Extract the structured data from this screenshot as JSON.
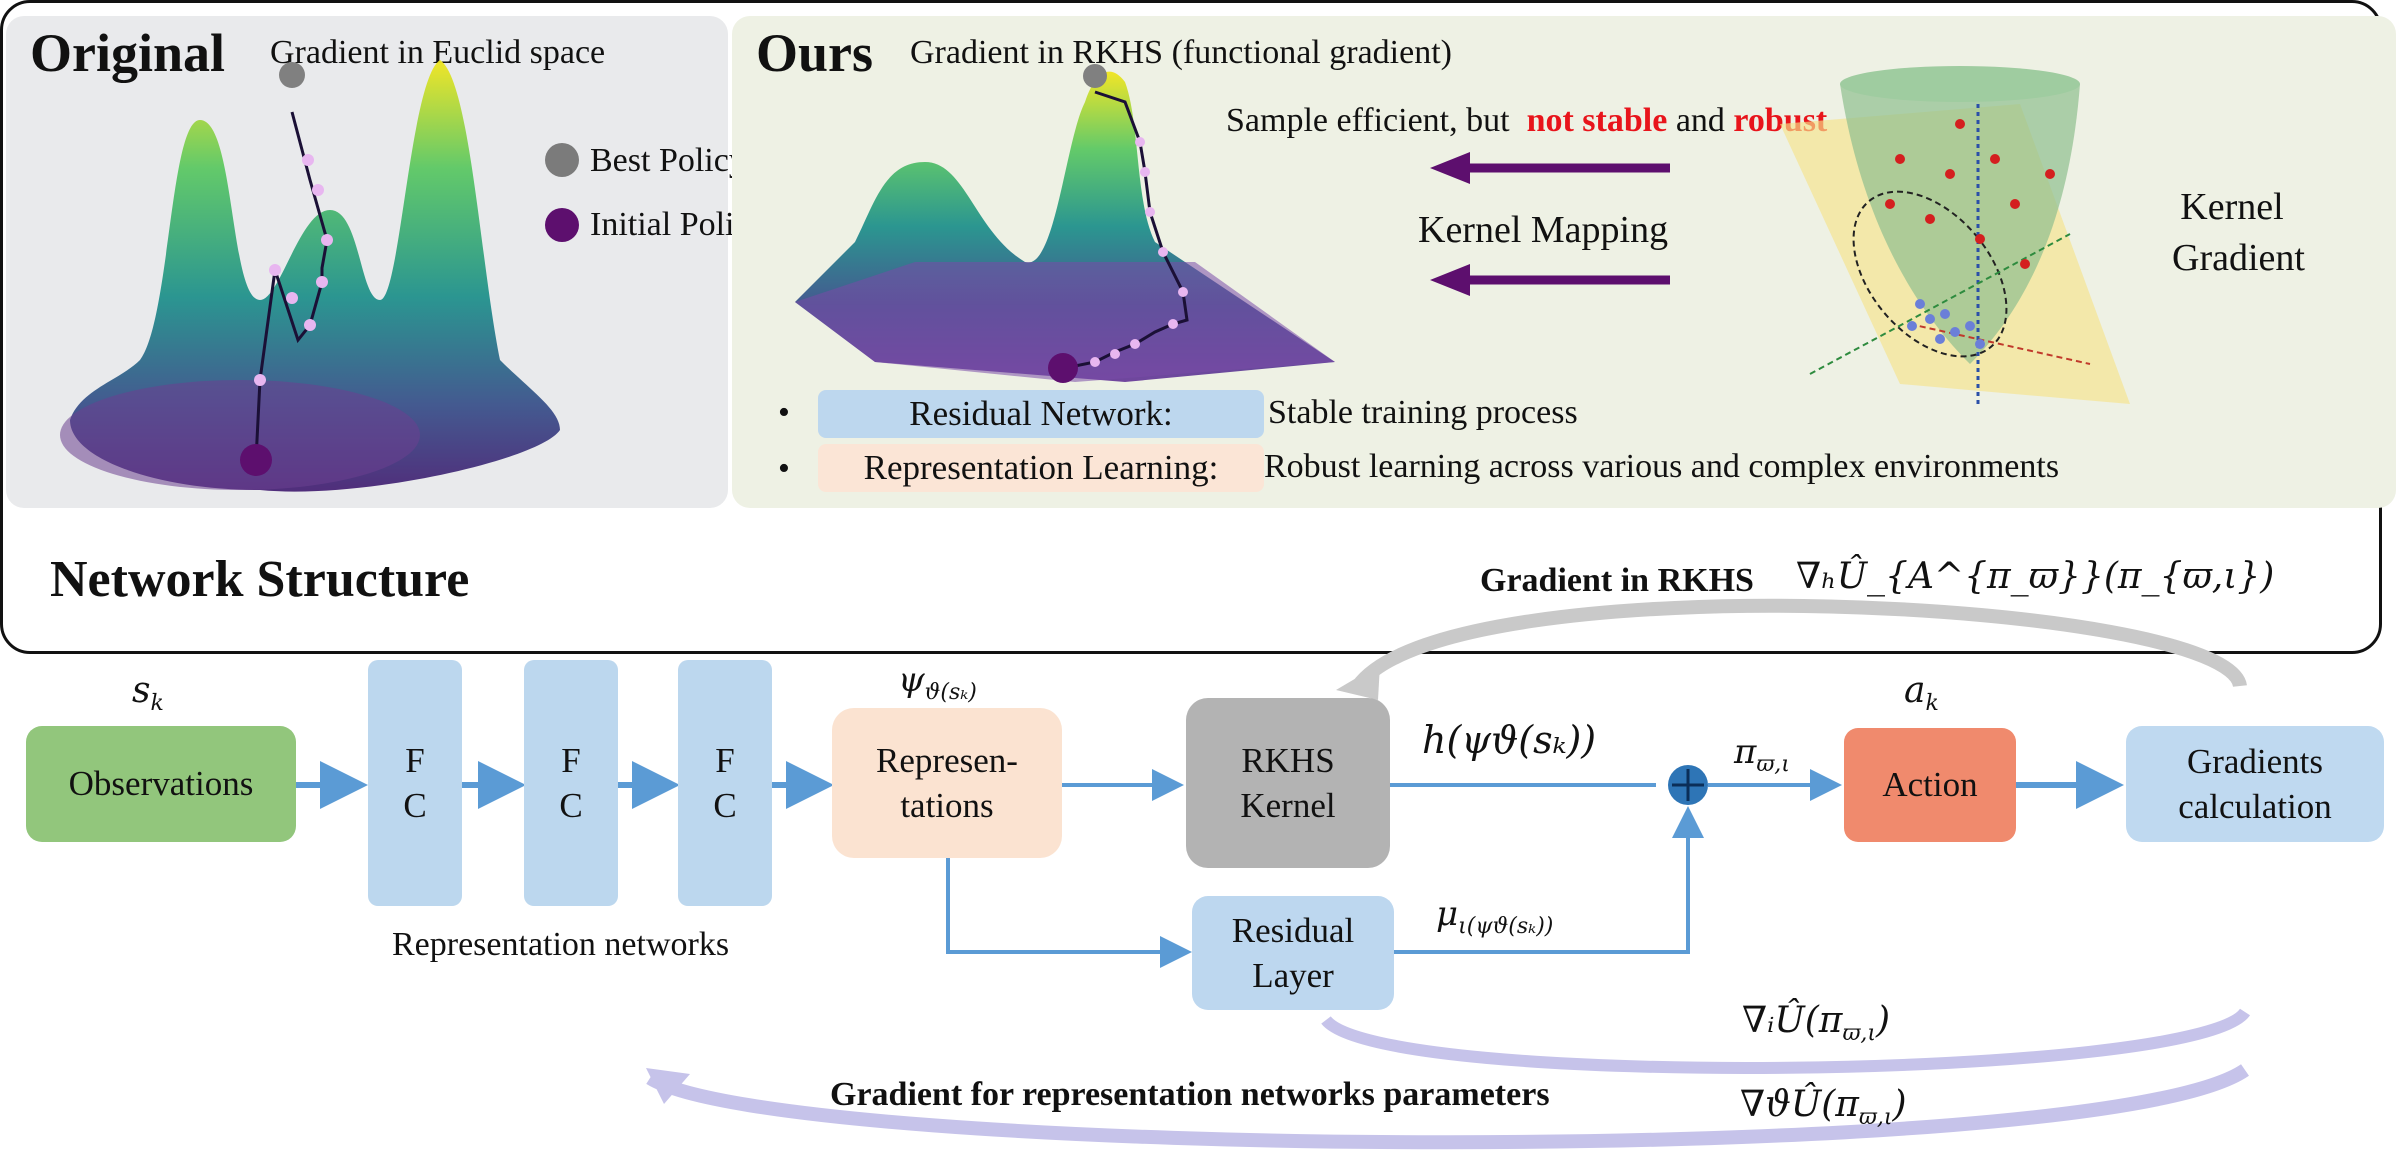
{
  "original": {
    "title": "Original",
    "subtitle": "Gradient in Euclid space",
    "legend": [
      {
        "label": "Best Policy π*",
        "color": "#7b7b7b"
      },
      {
        "label": "Initial Policy  π",
        "color": "#5d0f6e"
      }
    ]
  },
  "ours": {
    "title": "Ours",
    "subtitle": "Gradient in RKHS (functional gradient)",
    "note_prefix": "Sample efficient, but",
    "note_red1": "not stable",
    "note_and": "and",
    "note_red2": "robust",
    "kernel_mapping": "Kernel Mapping",
    "kernel_gradient_1": "Kernel",
    "kernel_gradient_2": "Gradient",
    "bullets": [
      {
        "tag": "Residual Network:",
        "text": "Stable training process"
      },
      {
        "tag": "Representation Learning:",
        "text": "Robust learning across various and complex environments"
      }
    ]
  },
  "network": {
    "title": "Network Structure",
    "gradient_rkhs_label": "Gradient in RKHS",
    "gradient_rkhs_math": "∇ₕÛ_{A^{π_ϖ}}(π_{ϖ,ι})",
    "s_k": "s",
    "s_k_sub": "k",
    "a_k": "a",
    "a_k_sub": "k",
    "observations": "Observations",
    "fc": [
      "F",
      "C"
    ],
    "rep_networks": "Representation networks",
    "psi_label": "ψ",
    "psi_sub": "ϑ(sₖ)",
    "representations_1": "Represen-",
    "representations_2": "tations",
    "rkhs_1": "RKHS",
    "rkhs_2": "Kernel",
    "h_label": "h(ψϑ(sₖ))",
    "pi_label": "π",
    "pi_sub": "ϖ,ι",
    "action": "Action",
    "gradients_1": "Gradients",
    "gradients_2": "calculation",
    "residual_1": "Residual",
    "residual_2": "Layer",
    "mu_label": "μ",
    "mu_sub": "ι(ψϑ(sₖ))",
    "grad_iota": "∇ᵢÛ(π",
    "grad_iota_sub": "ϖ,ι",
    "grad_iota_close": ")",
    "grad_rep_label": "Gradient for representation networks parameters",
    "grad_theta": "∇ϑÛ(π",
    "grad_theta_sub": "ϖ,ι",
    "grad_theta_close": ")"
  }
}
